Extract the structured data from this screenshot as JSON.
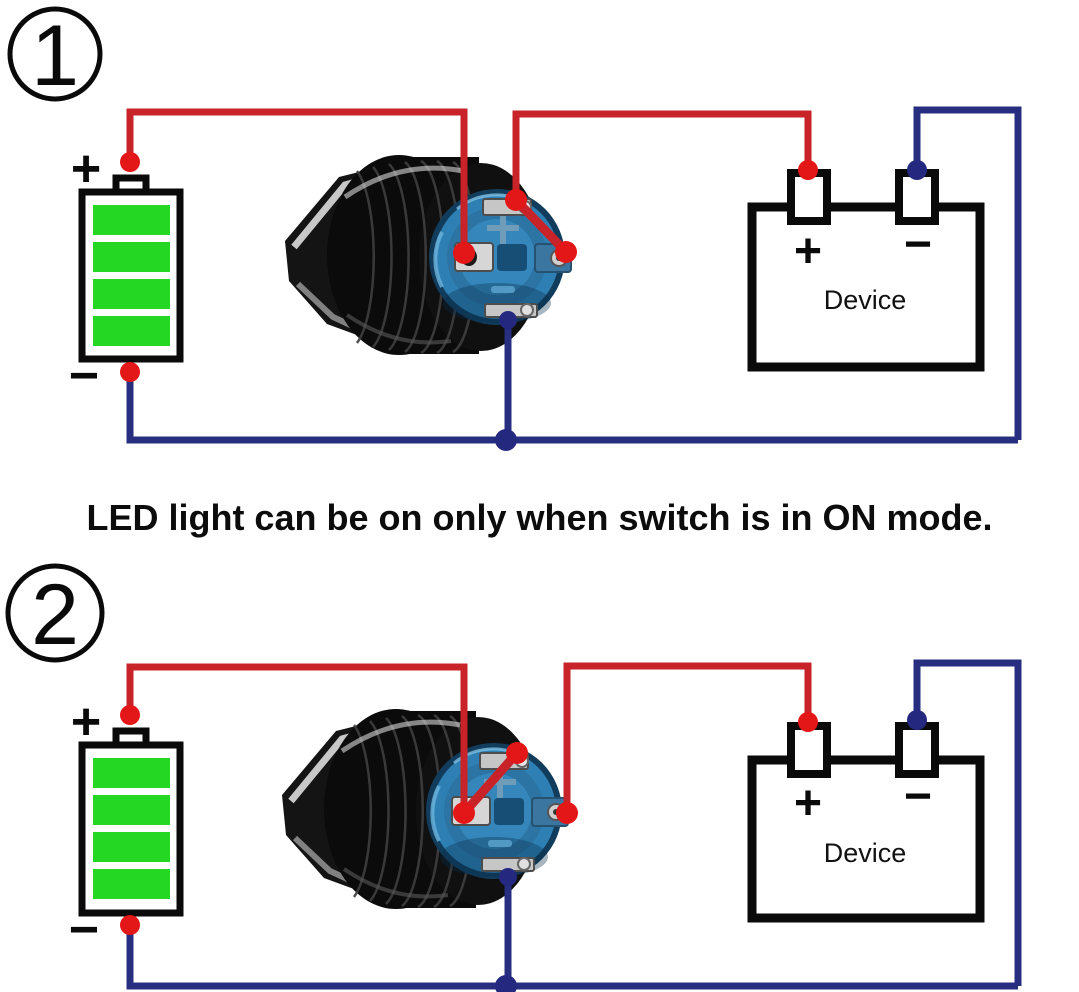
{
  "colors": {
    "background": "#ffffff",
    "outline": "#0a0a0a",
    "wire_red": "#c9232a",
    "wire_blue": "#272d7f",
    "dot_red": "#e31717",
    "dot_blue": "#24297f",
    "battery_green": "#23d723",
    "switch_housing_blue": "#2e80b4",
    "switch_body_black": "#101010",
    "terminal_silver": "#d6d6d6"
  },
  "caption": {
    "text": "LED light can be on only when switch is in ON mode."
  },
  "diagrams": [
    {
      "number": "1",
      "battery": {
        "plus_label": "+",
        "minus_label": "−"
      },
      "switch": {
        "photo_description": "black metal push button switch, rear terminal view"
      },
      "device": {
        "label": "Device",
        "plus_label": "+",
        "minus_label": "−"
      },
      "connections": [
        "battery positive (red) to switch left terminal",
        "switch top terminal (red) to device positive",
        "red jumper between switch top terminal and switch right terminal",
        "switch bottom terminal (blue) to ground rail",
        "device negative (blue) to ground rail",
        "battery negative (blue) to ground rail"
      ]
    },
    {
      "number": "2",
      "battery": {
        "plus_label": "+",
        "minus_label": "−"
      },
      "switch": {
        "photo_description": "black metal push button switch, rear terminal view"
      },
      "device": {
        "label": "Device",
        "plus_label": "+",
        "minus_label": "−"
      },
      "connections": [
        "battery positive (red) to switch left terminal",
        "red jumper between switch left terminal and switch top terminal",
        "switch right terminal (red) to device positive",
        "switch bottom terminal (blue) to ground rail",
        "device negative (blue) to ground rail",
        "battery negative (blue) to ground rail"
      ]
    }
  ]
}
